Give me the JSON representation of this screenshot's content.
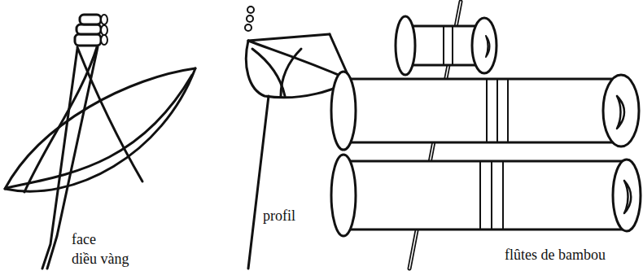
{
  "diagram": {
    "labels": [
      "face",
      "diều vàng",
      "profil",
      "flûtes de bambou"
    ]
  }
}
